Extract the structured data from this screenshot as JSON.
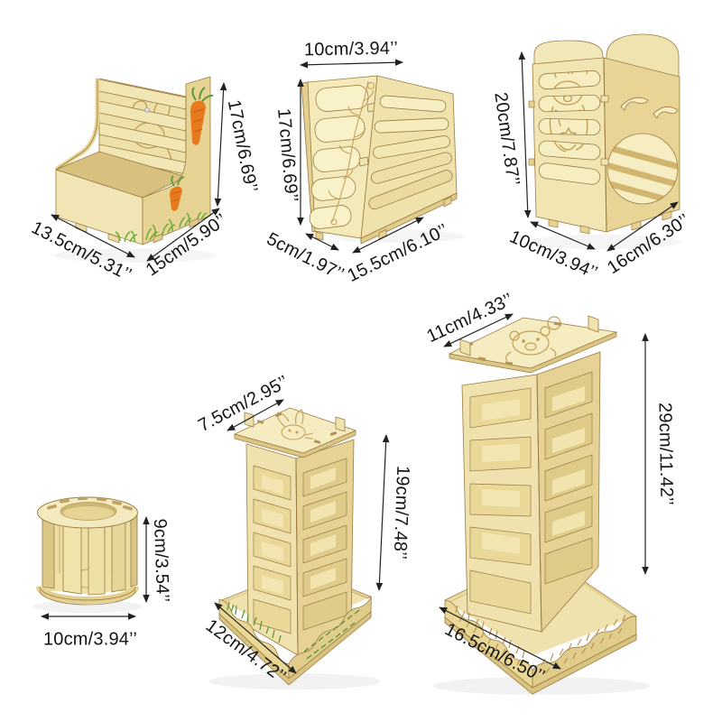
{
  "background": "#ffffff",
  "colors": {
    "wood_light": "#F5ECC2",
    "wood_mid": "#EFE2AE",
    "wood_side": "#E5D193",
    "wood_shadow": "#D8C17E",
    "edge_line": "#9A7C42",
    "engraving": "#C19A4E",
    "carrot_orange": "#E87A1E",
    "grass_green": "#6FAE3C",
    "dimension_line": "#222222",
    "label_text": "#141414"
  },
  "products": {
    "box": {
      "dims": {
        "width": "13.5cm/5.31’’",
        "depth": "15cm/5.90’’",
        "height": "17cm/6.69’’"
      }
    },
    "wedge": {
      "dims": {
        "top": "10cm/3.94’’",
        "height": "17cm/6.69’’",
        "bottom_front": "5cm/1.97’’",
        "bottom_side": "15.5cm/6.10’’"
      }
    },
    "arch": {
      "dims": {
        "height": "20cm/7.87’’",
        "width": "10cm/3.94’’",
        "depth": "16cm/6.30’’"
      }
    },
    "cylinder": {
      "dims": {
        "height": "9cm/3.54’’",
        "diameter": "10cm/3.94’’"
      }
    },
    "tower_small": {
      "dims": {
        "top": "7.5cm/2.95’’",
        "height": "19cm/7.48’’",
        "base": "12cm/4.72’’"
      }
    },
    "tower_large": {
      "dims": {
        "top": "11cm/4.33’’",
        "height": "29cm/11.42’’",
        "base": "16.5cm/6.50’’"
      }
    }
  }
}
